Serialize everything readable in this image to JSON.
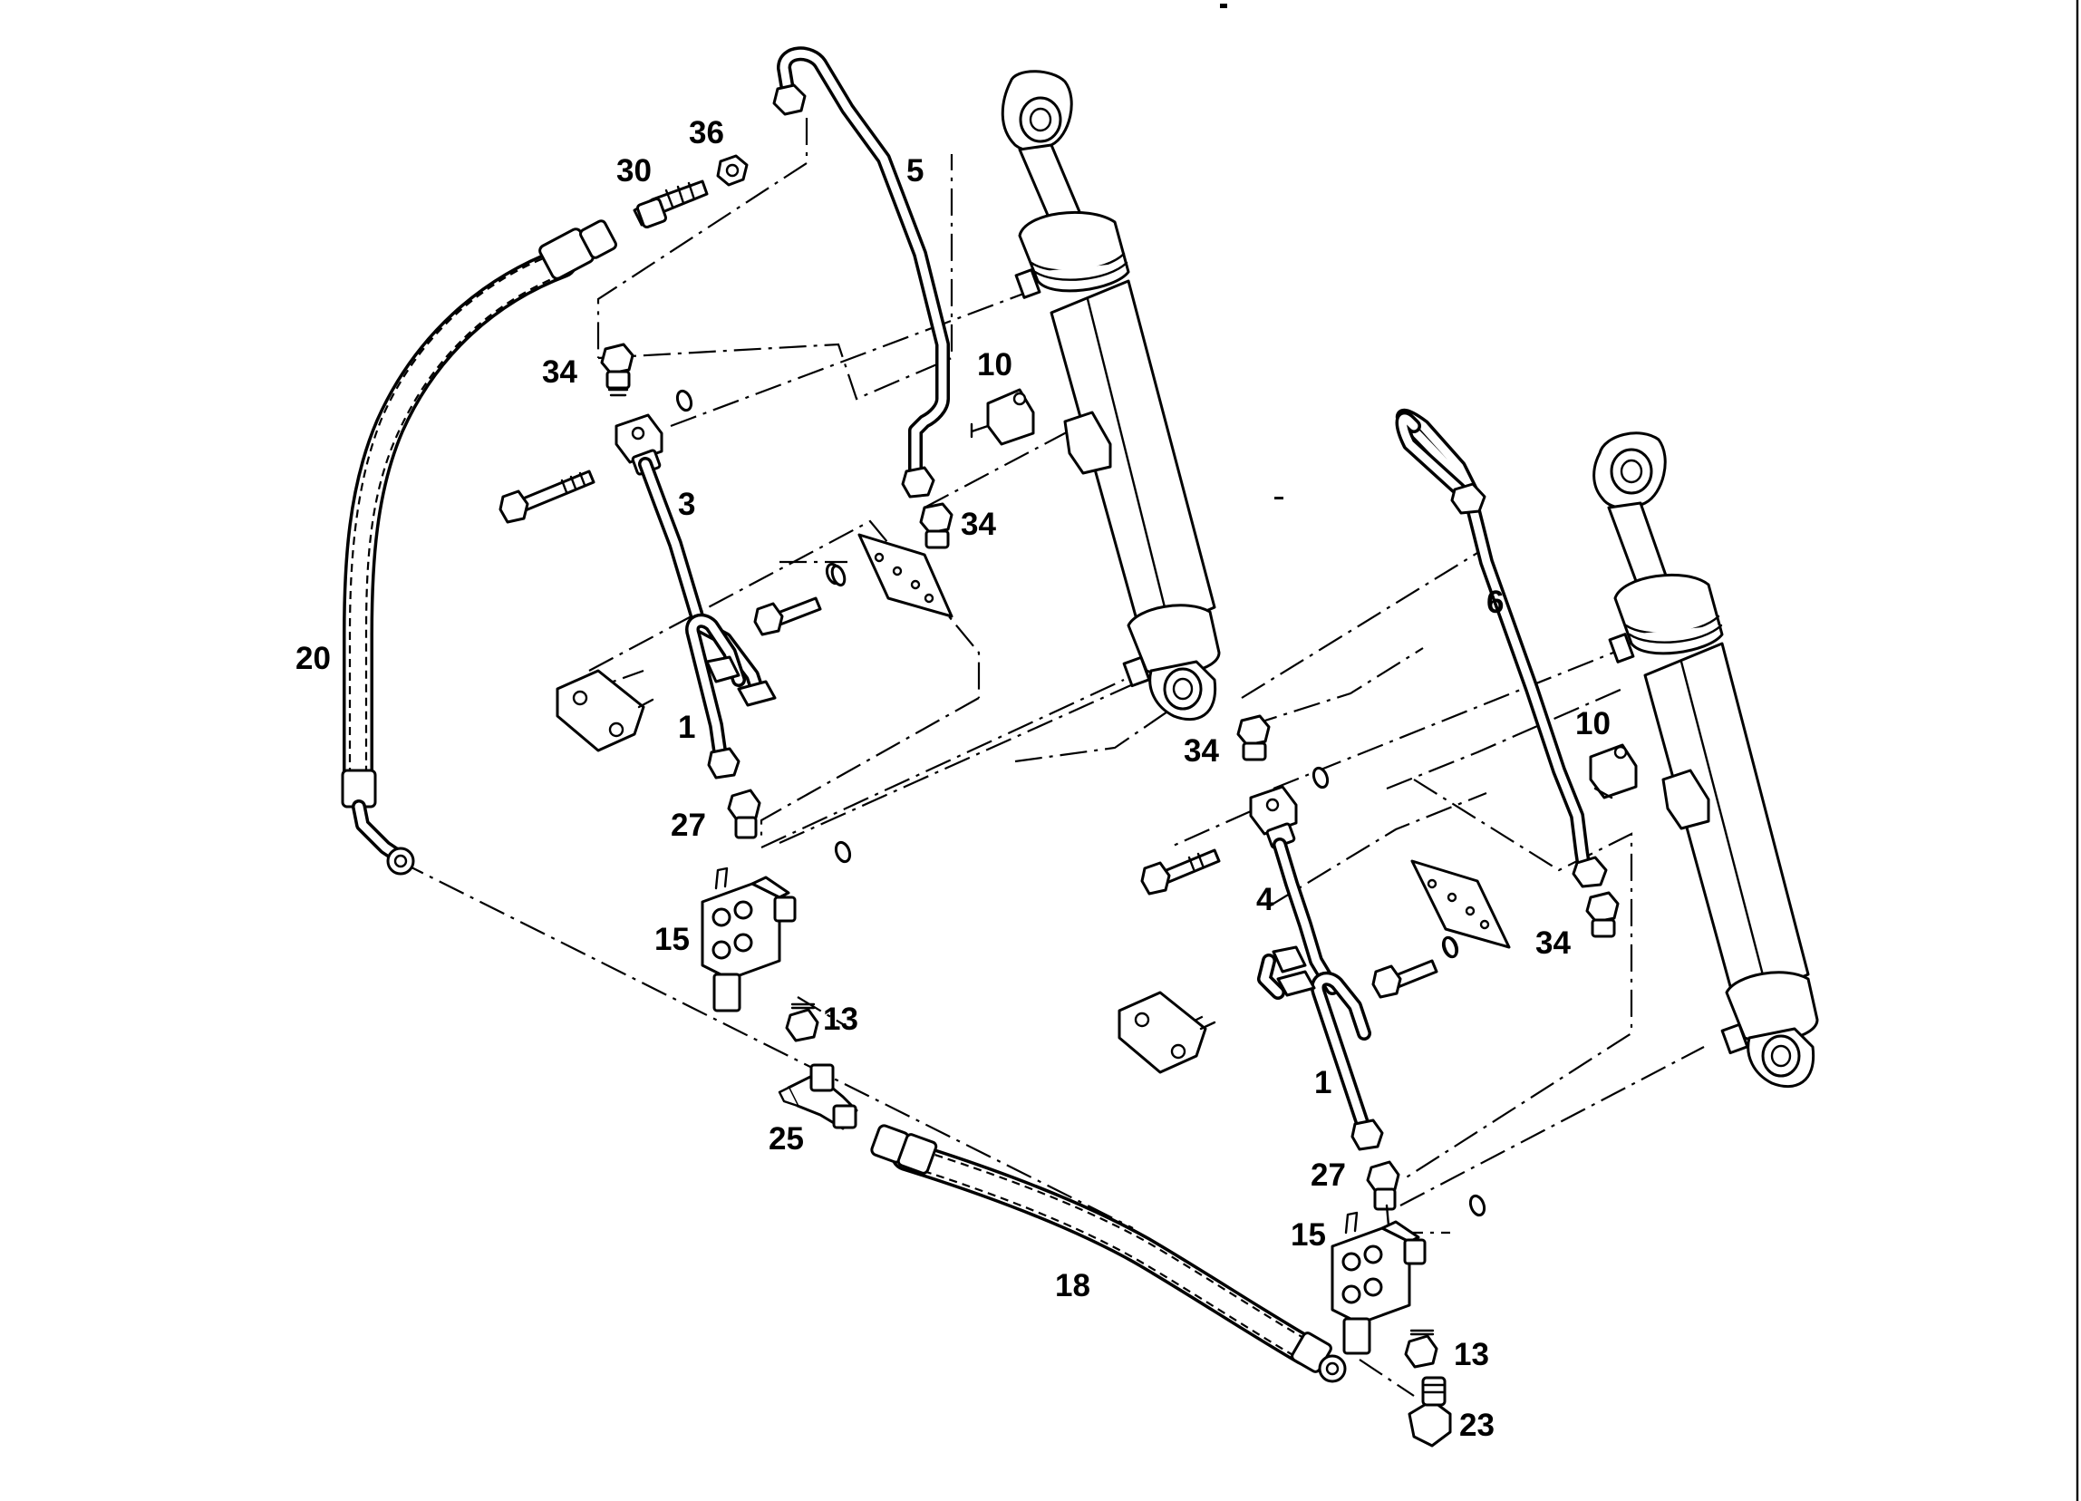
{
  "diagram": {
    "callouts_left_assembly": [
      {
        "id": "c36",
        "text": "36"
      },
      {
        "id": "c30",
        "text": "30"
      },
      {
        "id": "c5",
        "text": "5"
      },
      {
        "id": "c10a",
        "text": "10"
      },
      {
        "id": "c34a",
        "text": "34"
      },
      {
        "id": "c34b",
        "text": "34"
      },
      {
        "id": "c3",
        "text": "3"
      },
      {
        "id": "c20",
        "text": "20"
      },
      {
        "id": "c1a",
        "text": "1"
      },
      {
        "id": "c27a",
        "text": "27"
      },
      {
        "id": "c15a",
        "text": "15"
      },
      {
        "id": "c13a",
        "text": "13"
      },
      {
        "id": "c25",
        "text": "25"
      }
    ],
    "callouts_right_assembly": [
      {
        "id": "c6",
        "text": "6"
      },
      {
        "id": "c10b",
        "text": "10"
      },
      {
        "id": "c34c",
        "text": "34"
      },
      {
        "id": "c34d",
        "text": "34"
      },
      {
        "id": "c4",
        "text": "4"
      },
      {
        "id": "c1b",
        "text": "1"
      },
      {
        "id": "c27b",
        "text": "27"
      },
      {
        "id": "c15b",
        "text": "15"
      },
      {
        "id": "c13b",
        "text": "13"
      },
      {
        "id": "c23",
        "text": "23"
      },
      {
        "id": "c18",
        "text": "18"
      }
    ]
  }
}
